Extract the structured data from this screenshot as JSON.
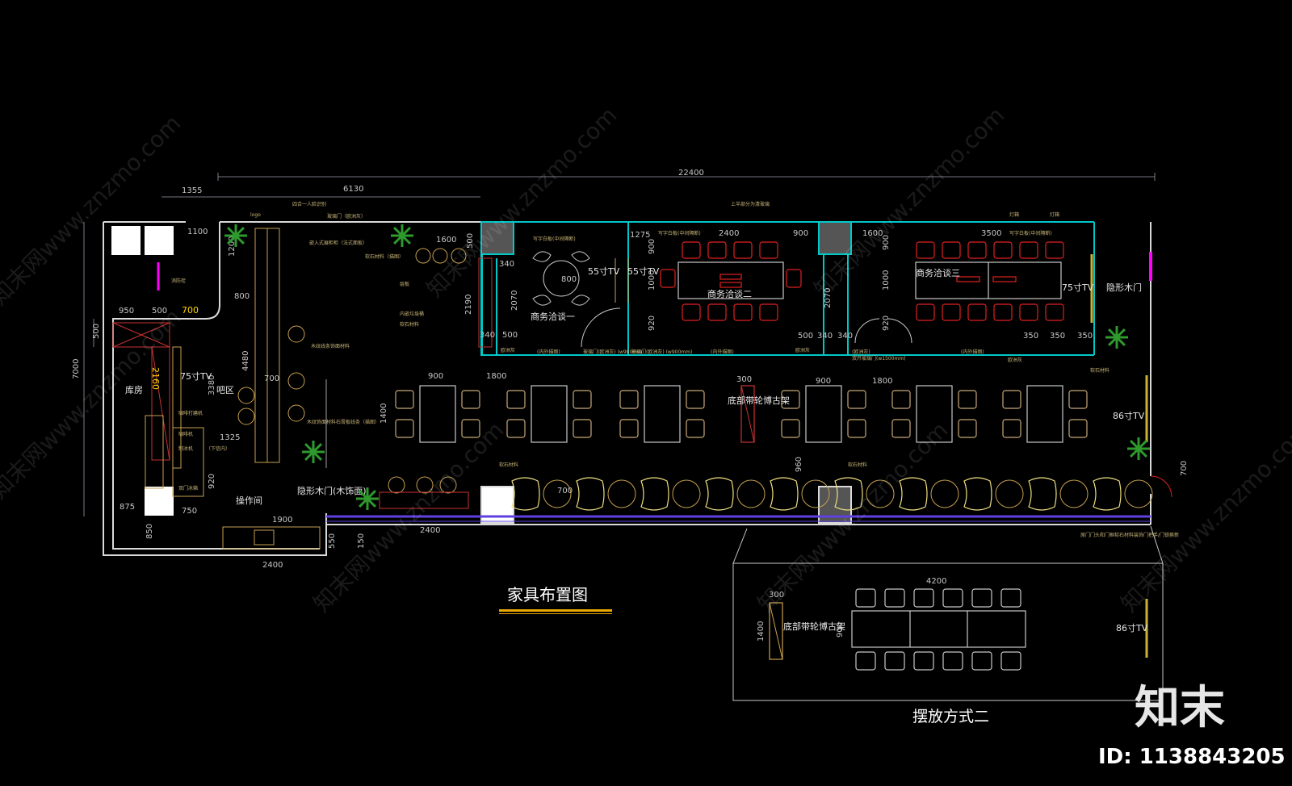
{
  "drawing": {
    "title": "家具布置图",
    "subtitle": "摆放方式二"
  },
  "watermark": {
    "brand": "知末",
    "id_text": "ID: 1138843205",
    "repeat_text": "知末网www.znzmo.com"
  },
  "dimensions": {
    "overall": "22400",
    "top_6130": "6130",
    "top_1355": "1355",
    "d1100": "1100",
    "d950": "950",
    "d500a": "500",
    "d700a": "700",
    "d500_left": "500",
    "d7000": "7000",
    "d2160": "2160",
    "d1200": "1200",
    "d800": "800",
    "d4480": "4480",
    "d3380": "3380",
    "d700b": "700",
    "d1325": "1325",
    "d920": "920",
    "d875": "875",
    "d750": "750",
    "d850": "850",
    "d1900": "1900",
    "d2400_bottom": "2400",
    "d550": "550",
    "d150": "150",
    "d2400_mid": "2400",
    "d1600a": "1600",
    "d500b": "500",
    "d340a": "340",
    "d800_round": "800",
    "d2190": "2190",
    "d2070a": "2070",
    "d340b": "340",
    "d500c": "500",
    "d1275": "1275",
    "d2400_top": "2400",
    "d900a": "900",
    "d900b": "900",
    "d1000a": "1000",
    "d920b": "920",
    "d500d": "500",
    "d340c": "340",
    "d340d": "340",
    "d2070b": "2070",
    "d1600b": "1600",
    "d900c": "900",
    "d3500": "3500",
    "d1000b": "1000",
    "d920c": "920",
    "d350a": "350",
    "d350b": "350",
    "d350c": "350",
    "d900_t1": "900",
    "d1800_t1": "1800",
    "d1400": "1400",
    "d300": "300",
    "d900_t2": "900",
    "d1800_t2": "1800",
    "d960": "960",
    "d700_round": "700",
    "d700_right": "700",
    "d4200": "4200",
    "d300_alt": "300",
    "d1400_alt": "1400",
    "d900_alt": "900"
  },
  "labels": {
    "storage": "库房",
    "bar": "吧区",
    "operation": "操作间",
    "tv75_left": "75寸TV",
    "coffee_grinder": "咖啡打磨机",
    "coffee_machine": "咖啡机",
    "ice_machine": "制冰机",
    "below_storage": "（下信内）",
    "double_fridge": "双门冰箱",
    "hidden_door_left": "隐形木门(木饰面)",
    "meeting1": "商务洽谈一",
    "meeting2": "商务洽谈二",
    "meeting3": "商务洽谈三",
    "tv55_a": "55寸TV",
    "tv55_b": "55寸TV",
    "tv75_right": "75寸TV",
    "hidden_door_right": "隐形木门",
    "tv86_a": "86寸TV",
    "tv86_b": "86寸TV",
    "antique_shelf": "底部带轮博古架",
    "antique_shelf_alt": "底部带轮博古架",
    "logo": "logo",
    "n_checkin": "四合一人脸识别",
    "n_glass_door": "玻璃门（欧洲灰）",
    "n_soft_top": "软石材料（描图）",
    "n_embedded_cabinet": "嵌入式展柜柜（法式面板）",
    "n_fire": "消防栓",
    "n_wood_grain": "木纹线条饰面材料",
    "n_wood_stone": "木纹饰面材料石膏板线条（描图）",
    "n_shelf": "层板",
    "n_recessed": "内嵌垃圾桶",
    "n_soft_mid": "软石材料",
    "n_whiteboard1": "写字白板(中间隔断)",
    "n_whiteboard2": "写字白板(中间隔断)",
    "n_whiteboard3": "写字白板(中间隔断)",
    "n_upper_glass": "上半部分为清玻璃",
    "n_lights": "灯箱",
    "n_lights2": "灯箱",
    "n_glass_door1": "玻璃门(欧洲灰) (w900mm)",
    "n_glass_door2": "玻璃门(欧洲灰) (w900mm)",
    "n_inner_paint1": "(内外描图)",
    "n_inner_paint2": "(内外描图)",
    "n_inner_paint3": "(内外描图)",
    "n_euro_grey1": "欧洲灰",
    "n_euro_grey2": "欧洲灰",
    "n_double_glass": "双开玻璃门(w1500mm)",
    "n_euro_grey3": "(欧洲灰)",
    "n_euro_grey4": "欧洲灰",
    "n_soft_right": "软石材料",
    "n_soft_bottom1": "软石材料",
    "n_soft_bottom2": "软石材料",
    "n_door_note": "原门门头和门框软石材料装饰门把手/门锁换新"
  }
}
